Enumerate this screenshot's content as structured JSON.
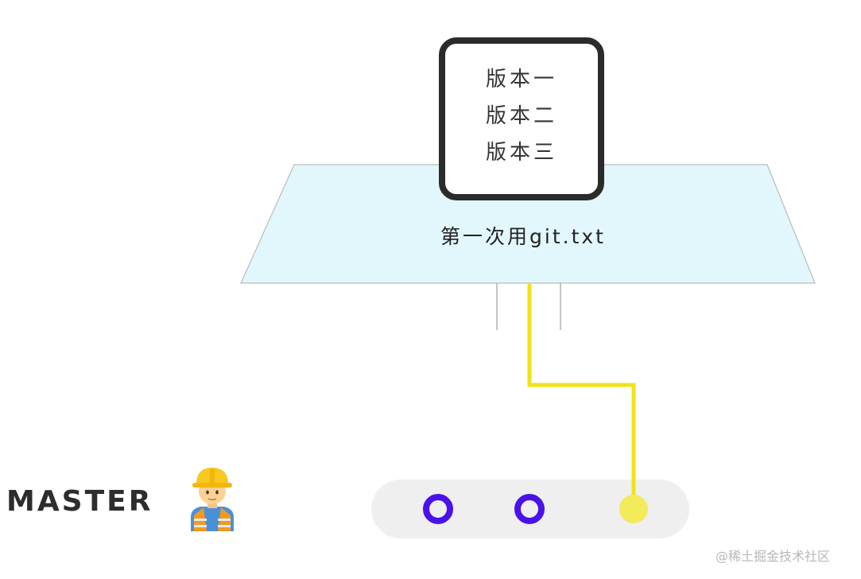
{
  "file": {
    "lines": [
      "版本一",
      "版本二",
      "版本三"
    ]
  },
  "stage": {
    "label": "第一次用git.txt"
  },
  "branch": {
    "name": "MASTER",
    "avatar_icon": "construction-worker-icon"
  },
  "commits": [
    {
      "style": "hollow",
      "color": "#4a12e8"
    },
    {
      "style": "hollow",
      "color": "#4a12e8"
    },
    {
      "style": "filled",
      "color": "#f3ea5c"
    }
  ],
  "colors": {
    "stage_fill": "#e2f7fc",
    "connector": "#f1e21a",
    "track": "#efefef",
    "card_border": "#2b2b2b"
  },
  "watermark": "@稀土掘金技术社区"
}
